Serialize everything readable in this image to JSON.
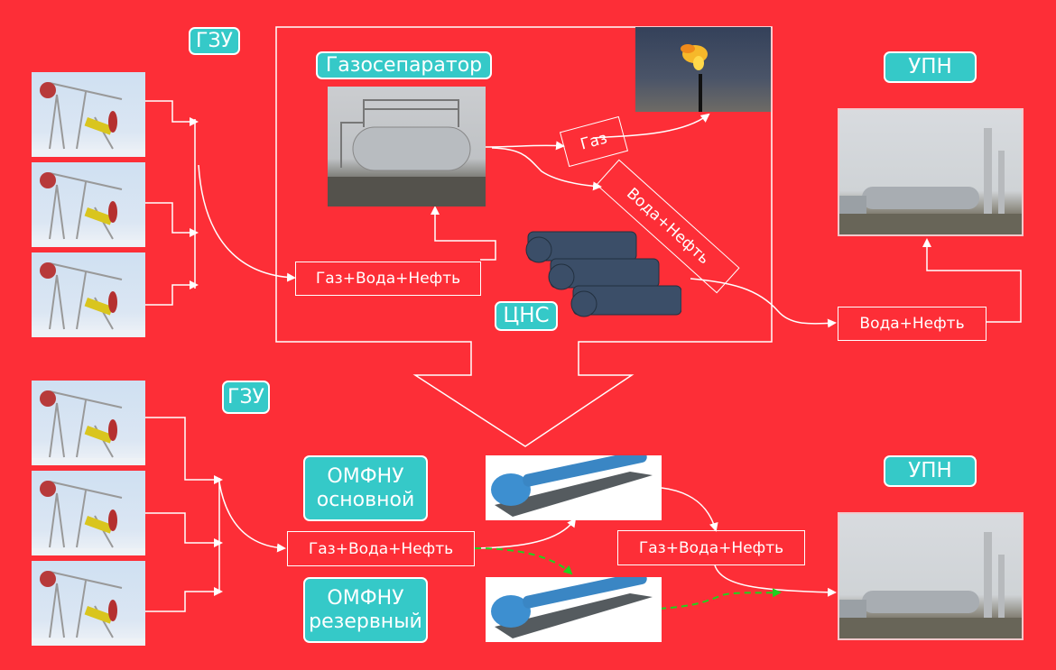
{
  "title": "Схема сбора продукции скважин",
  "colors": {
    "background": "#fd2e37",
    "label_bg": "#35c9c8",
    "line": "#ffffff",
    "reserve_line": "#1fd21f"
  },
  "top_scheme": {
    "gzu_label": "ГЗУ",
    "separator_label": "Газосепаратор",
    "pump_label": "ЦНС",
    "upn_label": "УПН",
    "flows": {
      "inlet": "Газ+Вода+Нефть",
      "gas": "Газ",
      "water_oil_diag": "Вода+Нефть",
      "water_oil_out": "Вода+Нефть"
    },
    "images": [
      "pump-jack-photo",
      "pump-jack-photo",
      "pump-jack-photo",
      "gas-separator-photo",
      "gas-flare-photo",
      "centrifugal-pumps-photo",
      "upn-plant-photo"
    ]
  },
  "bottom_scheme": {
    "gzu_label": "ГЗУ",
    "main_pump_label": "ОМФНУ основной",
    "main_pump_line1": "ОМФНУ",
    "main_pump_line2": "основной",
    "reserve_pump_line1": "ОМФНУ",
    "reserve_pump_line2": "резервный",
    "upn_label": "УПН",
    "flows": {
      "inlet": "Газ+Вода+Нефть",
      "outlet": "Газ+Вода+Нефть"
    }
  }
}
